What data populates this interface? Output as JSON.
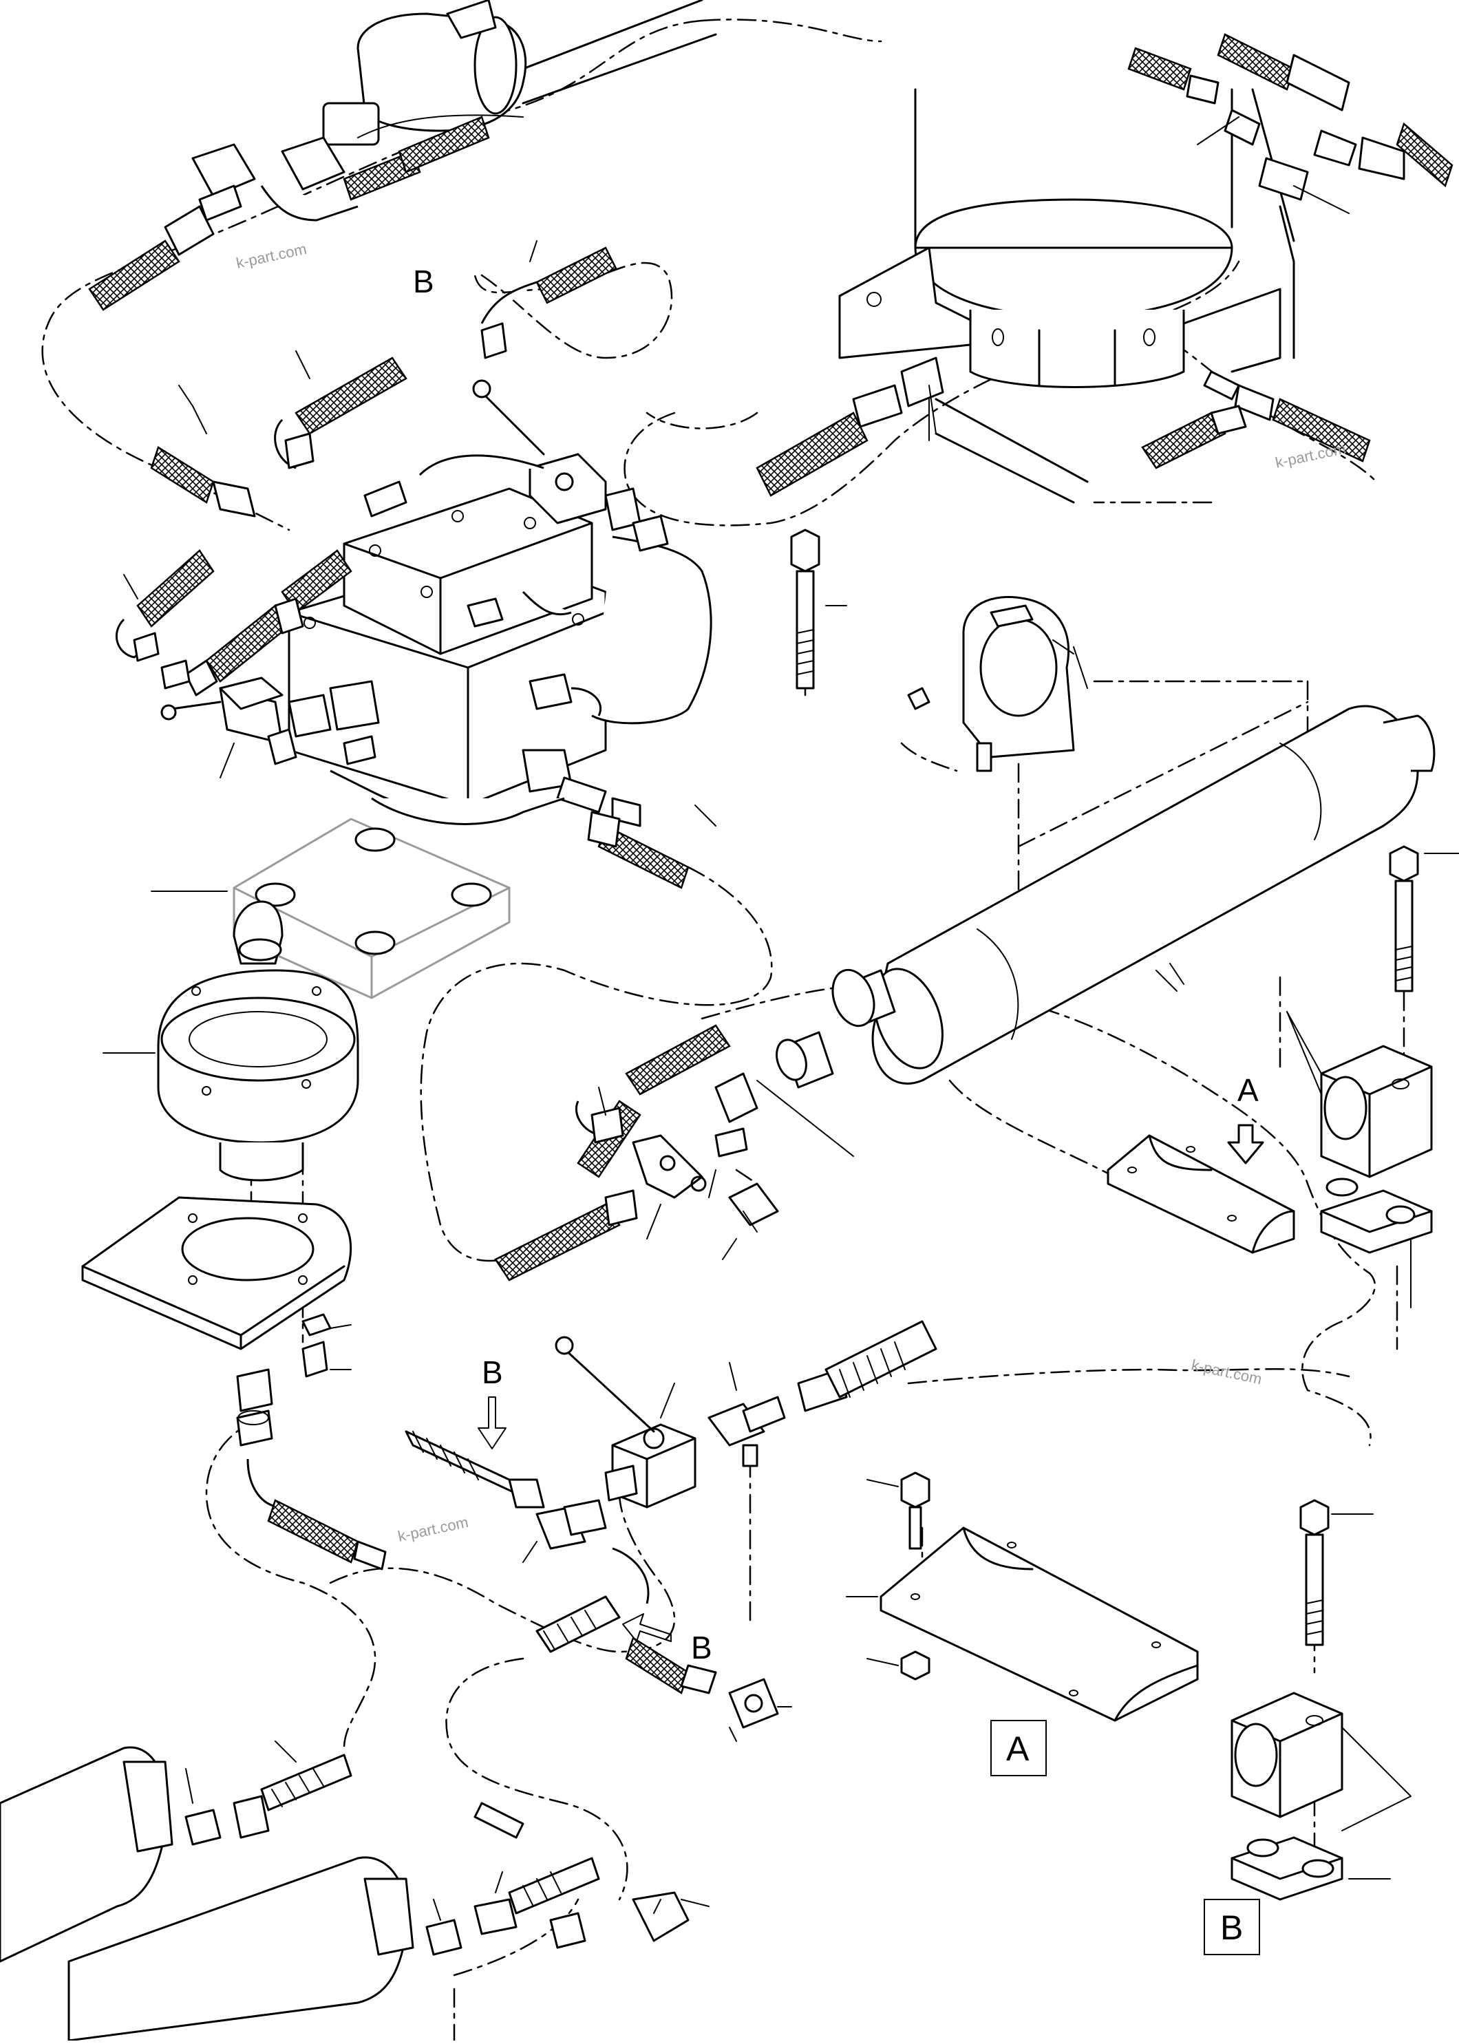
{
  "labels": {
    "callout_b_top": "B",
    "callout_a_mid": "A",
    "callout_b_mid": "B",
    "callout_b_lower": "B",
    "box_a": "A",
    "box_b": "B"
  },
  "watermark": {
    "text": "k-part.com"
  },
  "colors": {
    "line": "#000000",
    "watermark": "#9a9a9a",
    "plate_outline": "#9a9a9a",
    "background": "#ffffff"
  }
}
